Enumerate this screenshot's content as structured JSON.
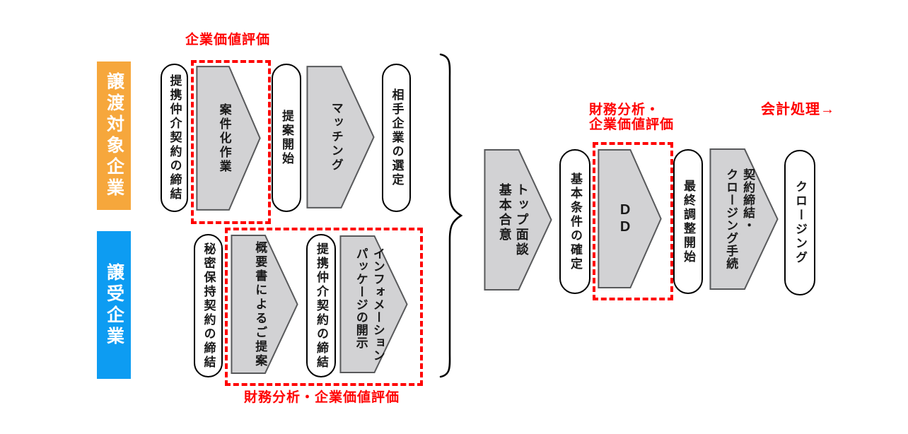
{
  "colors": {
    "seller_band": "#F6A73C",
    "buyer_band": "#0D9CF2",
    "shape_fill": "#D2D2D4",
    "shape_border": "#58595B",
    "highlight_red": "#FF0000"
  },
  "tracks": {
    "seller": "譲渡対象企業",
    "buyer": "譲受企業"
  },
  "annotations": {
    "valuation_top": "企業価値評価",
    "dd_analysis": [
      "財務分析・",
      "企業価値評価"
    ],
    "buyer_analysis": "財務分析・企業価値評価",
    "accounting": "会計処理→"
  },
  "seller_steps": [
    {
      "type": "capsule",
      "label": "提携仲介契約の締結"
    },
    {
      "type": "arrow",
      "label": "案件化作業",
      "highlighted": true
    },
    {
      "type": "capsule",
      "label": "提案開始"
    },
    {
      "type": "arrow",
      "label": "マッチング"
    },
    {
      "type": "capsule",
      "label": "相手企業の選定"
    }
  ],
  "buyer_steps": [
    {
      "type": "capsule",
      "label": "秘密保持契約の締結"
    },
    {
      "type": "arrow",
      "label": "概要書によるご提案",
      "highlighted": true
    },
    {
      "type": "capsule",
      "label": "提携仲介契約の締結",
      "highlighted": true
    },
    {
      "type": "arrow",
      "label": [
        "インフォメーション",
        "パッケージの開示"
      ],
      "highlighted": true
    }
  ],
  "merged_steps": [
    {
      "type": "arrow",
      "label": [
        "トップ面談",
        "基本合意"
      ]
    },
    {
      "type": "capsule",
      "label": "基本条件の確定"
    },
    {
      "type": "arrow",
      "label": "DD",
      "highlighted": true
    },
    {
      "type": "capsule",
      "label": "最終調整開始"
    },
    {
      "type": "arrow",
      "label": [
        "契約締結・",
        "クロージング手続"
      ]
    },
    {
      "type": "capsule",
      "label": "クロージング"
    }
  ]
}
